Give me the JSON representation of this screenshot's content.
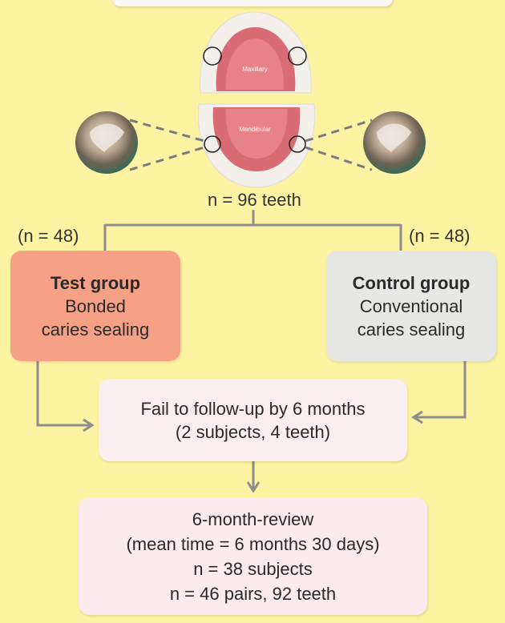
{
  "jaw_labels": {
    "upper": "Maxillary",
    "lower": "Mandibular"
  },
  "total": "n = 96 teeth",
  "left_n": "(n = 48)",
  "right_n": "(n = 48)",
  "test_group": {
    "title": "Test group",
    "line1": "Bonded",
    "line2": "caries sealing"
  },
  "control_group": {
    "title": "Control group",
    "line1": "Conventional",
    "line2": "caries sealing"
  },
  "fail": {
    "line1": "Fail to follow-up by 6 months",
    "line2": "(2 subjects, 4 teeth)"
  },
  "review": {
    "line1": "6-month-review",
    "line2": "(mean time = 6 months 30 days)",
    "line3": "n = 38 subjects",
    "line4": "n = 46 pairs, 92 teeth"
  },
  "colors": {
    "background": "#fdf3a2",
    "test": "#f6a185",
    "control": "#e7e7e6",
    "connector": "#8e8e8e"
  }
}
